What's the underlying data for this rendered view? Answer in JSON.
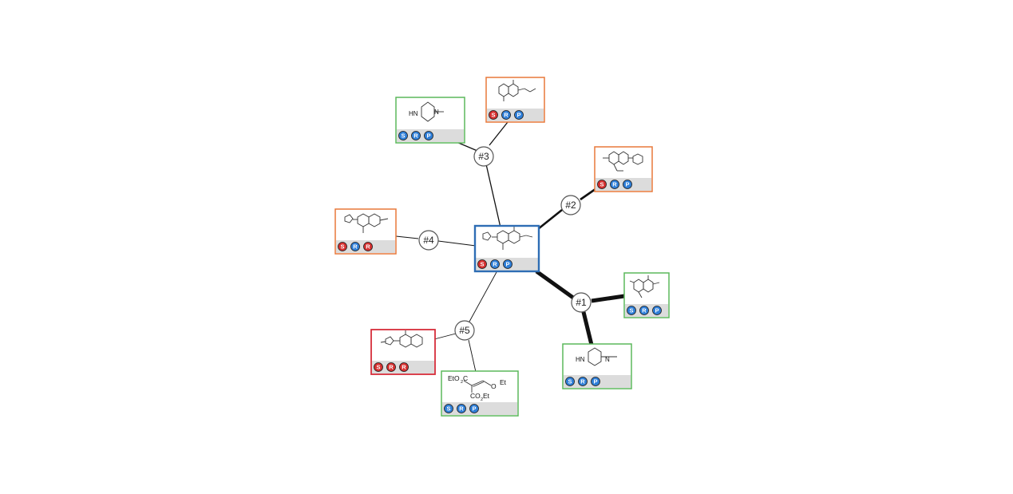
{
  "colors": {
    "target": "#2e6db4",
    "green": "#5cb85c",
    "orange": "#e8793a",
    "red": "#d62d3a",
    "badge_blue": "#2f7fd8",
    "badge_red": "#d63030"
  },
  "reactions": [
    {
      "id": "r1",
      "label": "#1",
      "weight": 5.0
    },
    {
      "id": "r2",
      "label": "#2",
      "weight": 2.6
    },
    {
      "id": "r3",
      "label": "#3",
      "weight": 1.3
    },
    {
      "id": "r4",
      "label": "#4",
      "weight": 1.0
    },
    {
      "id": "r5",
      "label": "#5",
      "weight": 0.9
    }
  ],
  "molecules": [
    {
      "id": "target",
      "status": "target",
      "badges": [
        "S",
        "R",
        "P"
      ],
      "badge_colors": [
        "red",
        "blue",
        "blue"
      ]
    },
    {
      "id": "r3-pip",
      "status": "green",
      "badges": [
        "S",
        "R",
        "P"
      ],
      "badge_colors": [
        "blue",
        "blue",
        "blue"
      ]
    },
    {
      "id": "r3-ket",
      "status": "orange",
      "badges": [
        "S",
        "R",
        "P"
      ],
      "badge_colors": [
        "red",
        "blue",
        "blue"
      ]
    },
    {
      "id": "r2-pre",
      "status": "orange",
      "badges": [
        "S",
        "R",
        "P"
      ],
      "badge_colors": [
        "red",
        "blue",
        "blue"
      ]
    },
    {
      "id": "r4-pre",
      "status": "orange",
      "badges": [
        "S",
        "R",
        "R"
      ],
      "badge_colors": [
        "red",
        "blue",
        "red"
      ]
    },
    {
      "id": "r1-core",
      "status": "green",
      "badges": [
        "S",
        "R",
        "P"
      ],
      "badge_colors": [
        "blue",
        "blue",
        "blue"
      ]
    },
    {
      "id": "r1-pip",
      "status": "green",
      "badges": [
        "S",
        "R",
        "P"
      ],
      "badge_colors": [
        "blue",
        "blue",
        "blue"
      ]
    },
    {
      "id": "r5-pre",
      "status": "red",
      "badges": [
        "S",
        "R",
        "R"
      ],
      "badge_colors": [
        "red",
        "red",
        "red"
      ]
    },
    {
      "id": "r5-emme",
      "status": "green",
      "badges": [
        "S",
        "R",
        "P"
      ],
      "badge_colors": [
        "blue",
        "blue",
        "blue"
      ]
    }
  ],
  "labels": {
    "hn": "HN",
    "n": "N",
    "eto2c": "EtO",
    "sub2": "2",
    "c": "C",
    "co2et_a": "CO",
    "co2et_b": "Et",
    "oet": "O",
    "et": "Et"
  }
}
